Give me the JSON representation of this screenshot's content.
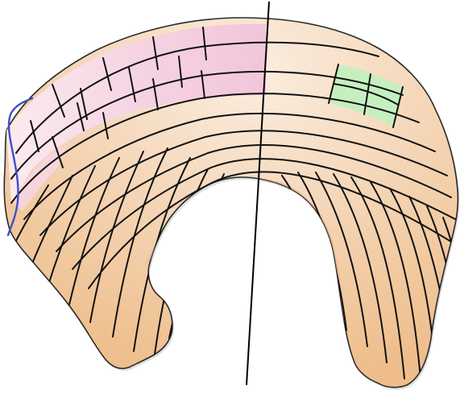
{
  "diagram": {
    "type": "curved-grid-cross-section",
    "colors": {
      "background": "#ffffff",
      "body_fill_outer": "#f6dcc2",
      "body_fill_inner": "#f0c79c",
      "body_shadow": "#e4ad77",
      "outline": "#1c1c1c",
      "grid_line": "#111111",
      "pink_region": "#f3c6dd",
      "pink_region_light": "#f8e4ef",
      "green_region": "#c6efc0",
      "blue_boundary": "#3f4fc9",
      "axis_line": "#000000"
    },
    "regions": [
      {
        "name": "pink-grid-region",
        "color": "pink"
      },
      {
        "name": "green-grid-region",
        "color": "green",
        "cells": 4
      },
      {
        "name": "left-boundary",
        "color": "blue"
      }
    ],
    "features": {
      "concentric_line_count": 8,
      "radial_line_count_right": 10,
      "radial_line_count_left": 11,
      "vertical_axis": true
    }
  }
}
